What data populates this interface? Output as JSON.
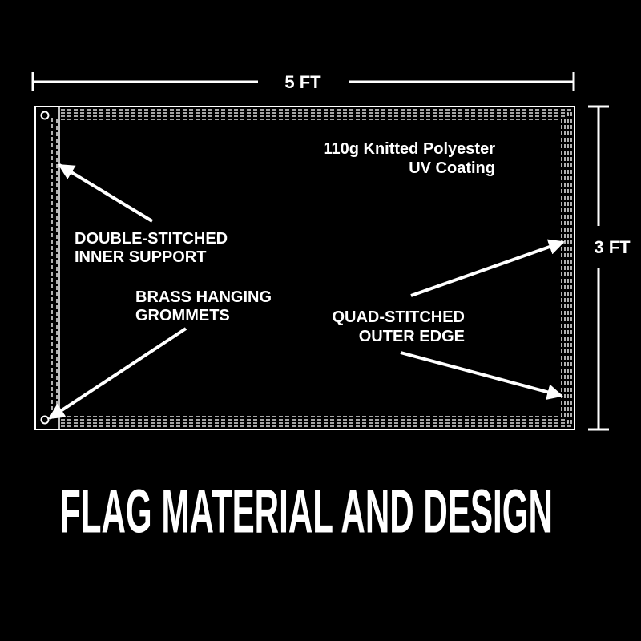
{
  "dimensions": {
    "width": "5 FT",
    "height": "3 FT"
  },
  "labels": {
    "material_line1": "110g Knitted Polyester",
    "material_line2": "UV Coating",
    "inner_support_line1": "DOUBLE-STITCHED",
    "inner_support_line2": "INNER SUPPORT",
    "grommets_line1": "BRASS HANGING",
    "grommets_line2": "GROMMETS",
    "outer_edge_line1": "QUAD-STITCHED",
    "outer_edge_line2": "OUTER EDGE"
  },
  "title": "FLAG MATERIAL AND DESIGN",
  "colors": {
    "background": "#000000",
    "foreground": "#ffffff"
  }
}
